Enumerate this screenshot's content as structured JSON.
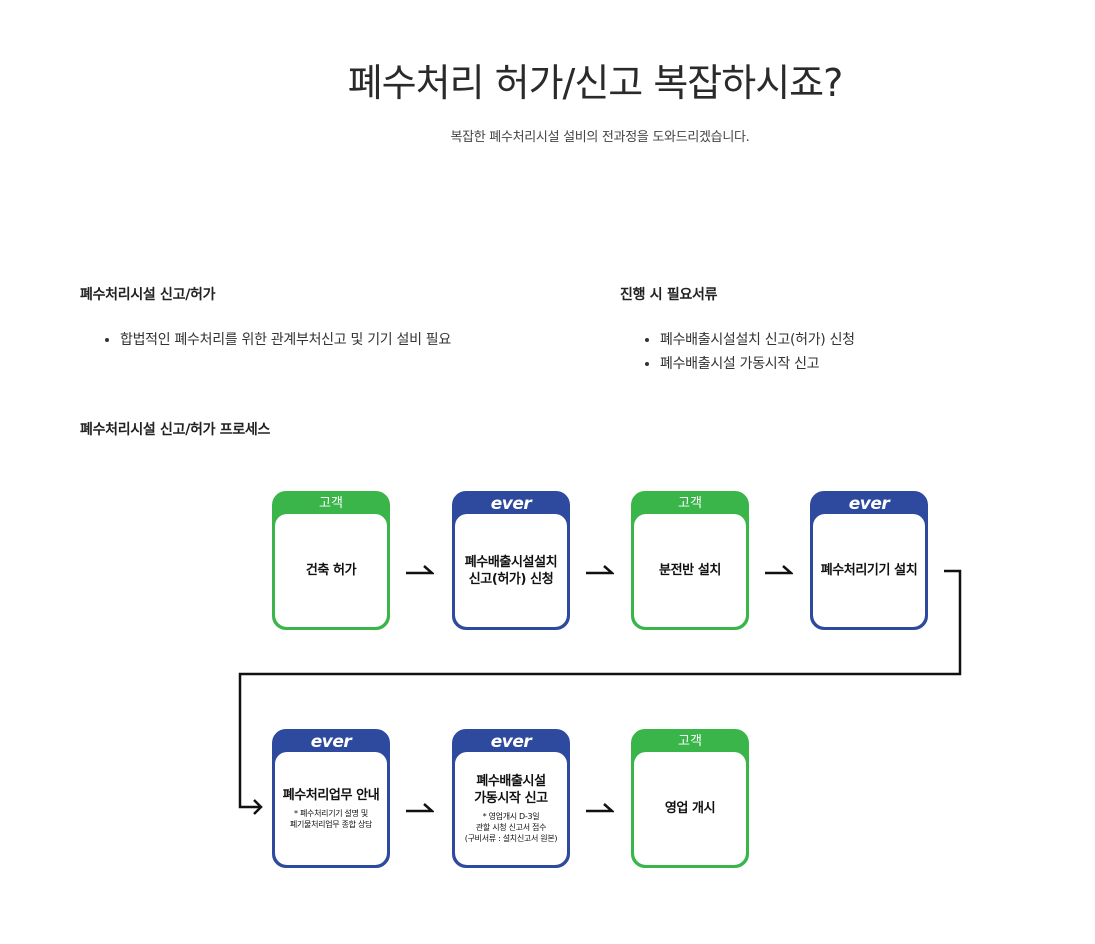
{
  "header": {
    "title": "폐수처리 허가/신고 복잡하시죠?",
    "subtitle": "복잡한 폐수처리시설 설비의 전과정을 도와드리겠습니다."
  },
  "permit_section": {
    "heading": "폐수처리시설 신고/허가",
    "items": [
      "합법적인 폐수처리를 위한 관계부처신고 및 기기 설비 필요"
    ]
  },
  "documents_section": {
    "heading": "진행 시 필요서류",
    "items": [
      "폐수배출시설설치 신고(허가) 신청",
      "폐수배출시설 가동시작 신고"
    ]
  },
  "process": {
    "heading": "폐수처리시설 신고/허가 프로세스",
    "colors": {
      "customer": "#39b54a",
      "ever": "#2e4a9e"
    },
    "steps": [
      {
        "tag": "고객",
        "type": "customer",
        "label": "건축 허가",
        "note": ""
      },
      {
        "tag": "ever",
        "type": "ever",
        "label": "폐수배출시설설치\n신고(허가) 신청",
        "note": ""
      },
      {
        "tag": "고객",
        "type": "customer",
        "label": "분전반 설치",
        "note": ""
      },
      {
        "tag": "ever",
        "type": "ever",
        "label": "폐수처리기기 설치",
        "note": ""
      },
      {
        "tag": "ever",
        "type": "ever",
        "label": "폐수처리업무 안내",
        "note": "* 폐수처리기기 설명 및\n폐기물처리업무 종합 상담"
      },
      {
        "tag": "ever",
        "type": "ever",
        "label": "폐수배출시설\n가동시작 신고",
        "note": "* 영업개시 D-3일\n관할 시청 신고서 접수\n(구비서류 : 설치신고서 원본)"
      },
      {
        "tag": "고객",
        "type": "customer",
        "label": "영업 개시",
        "note": ""
      }
    ]
  }
}
